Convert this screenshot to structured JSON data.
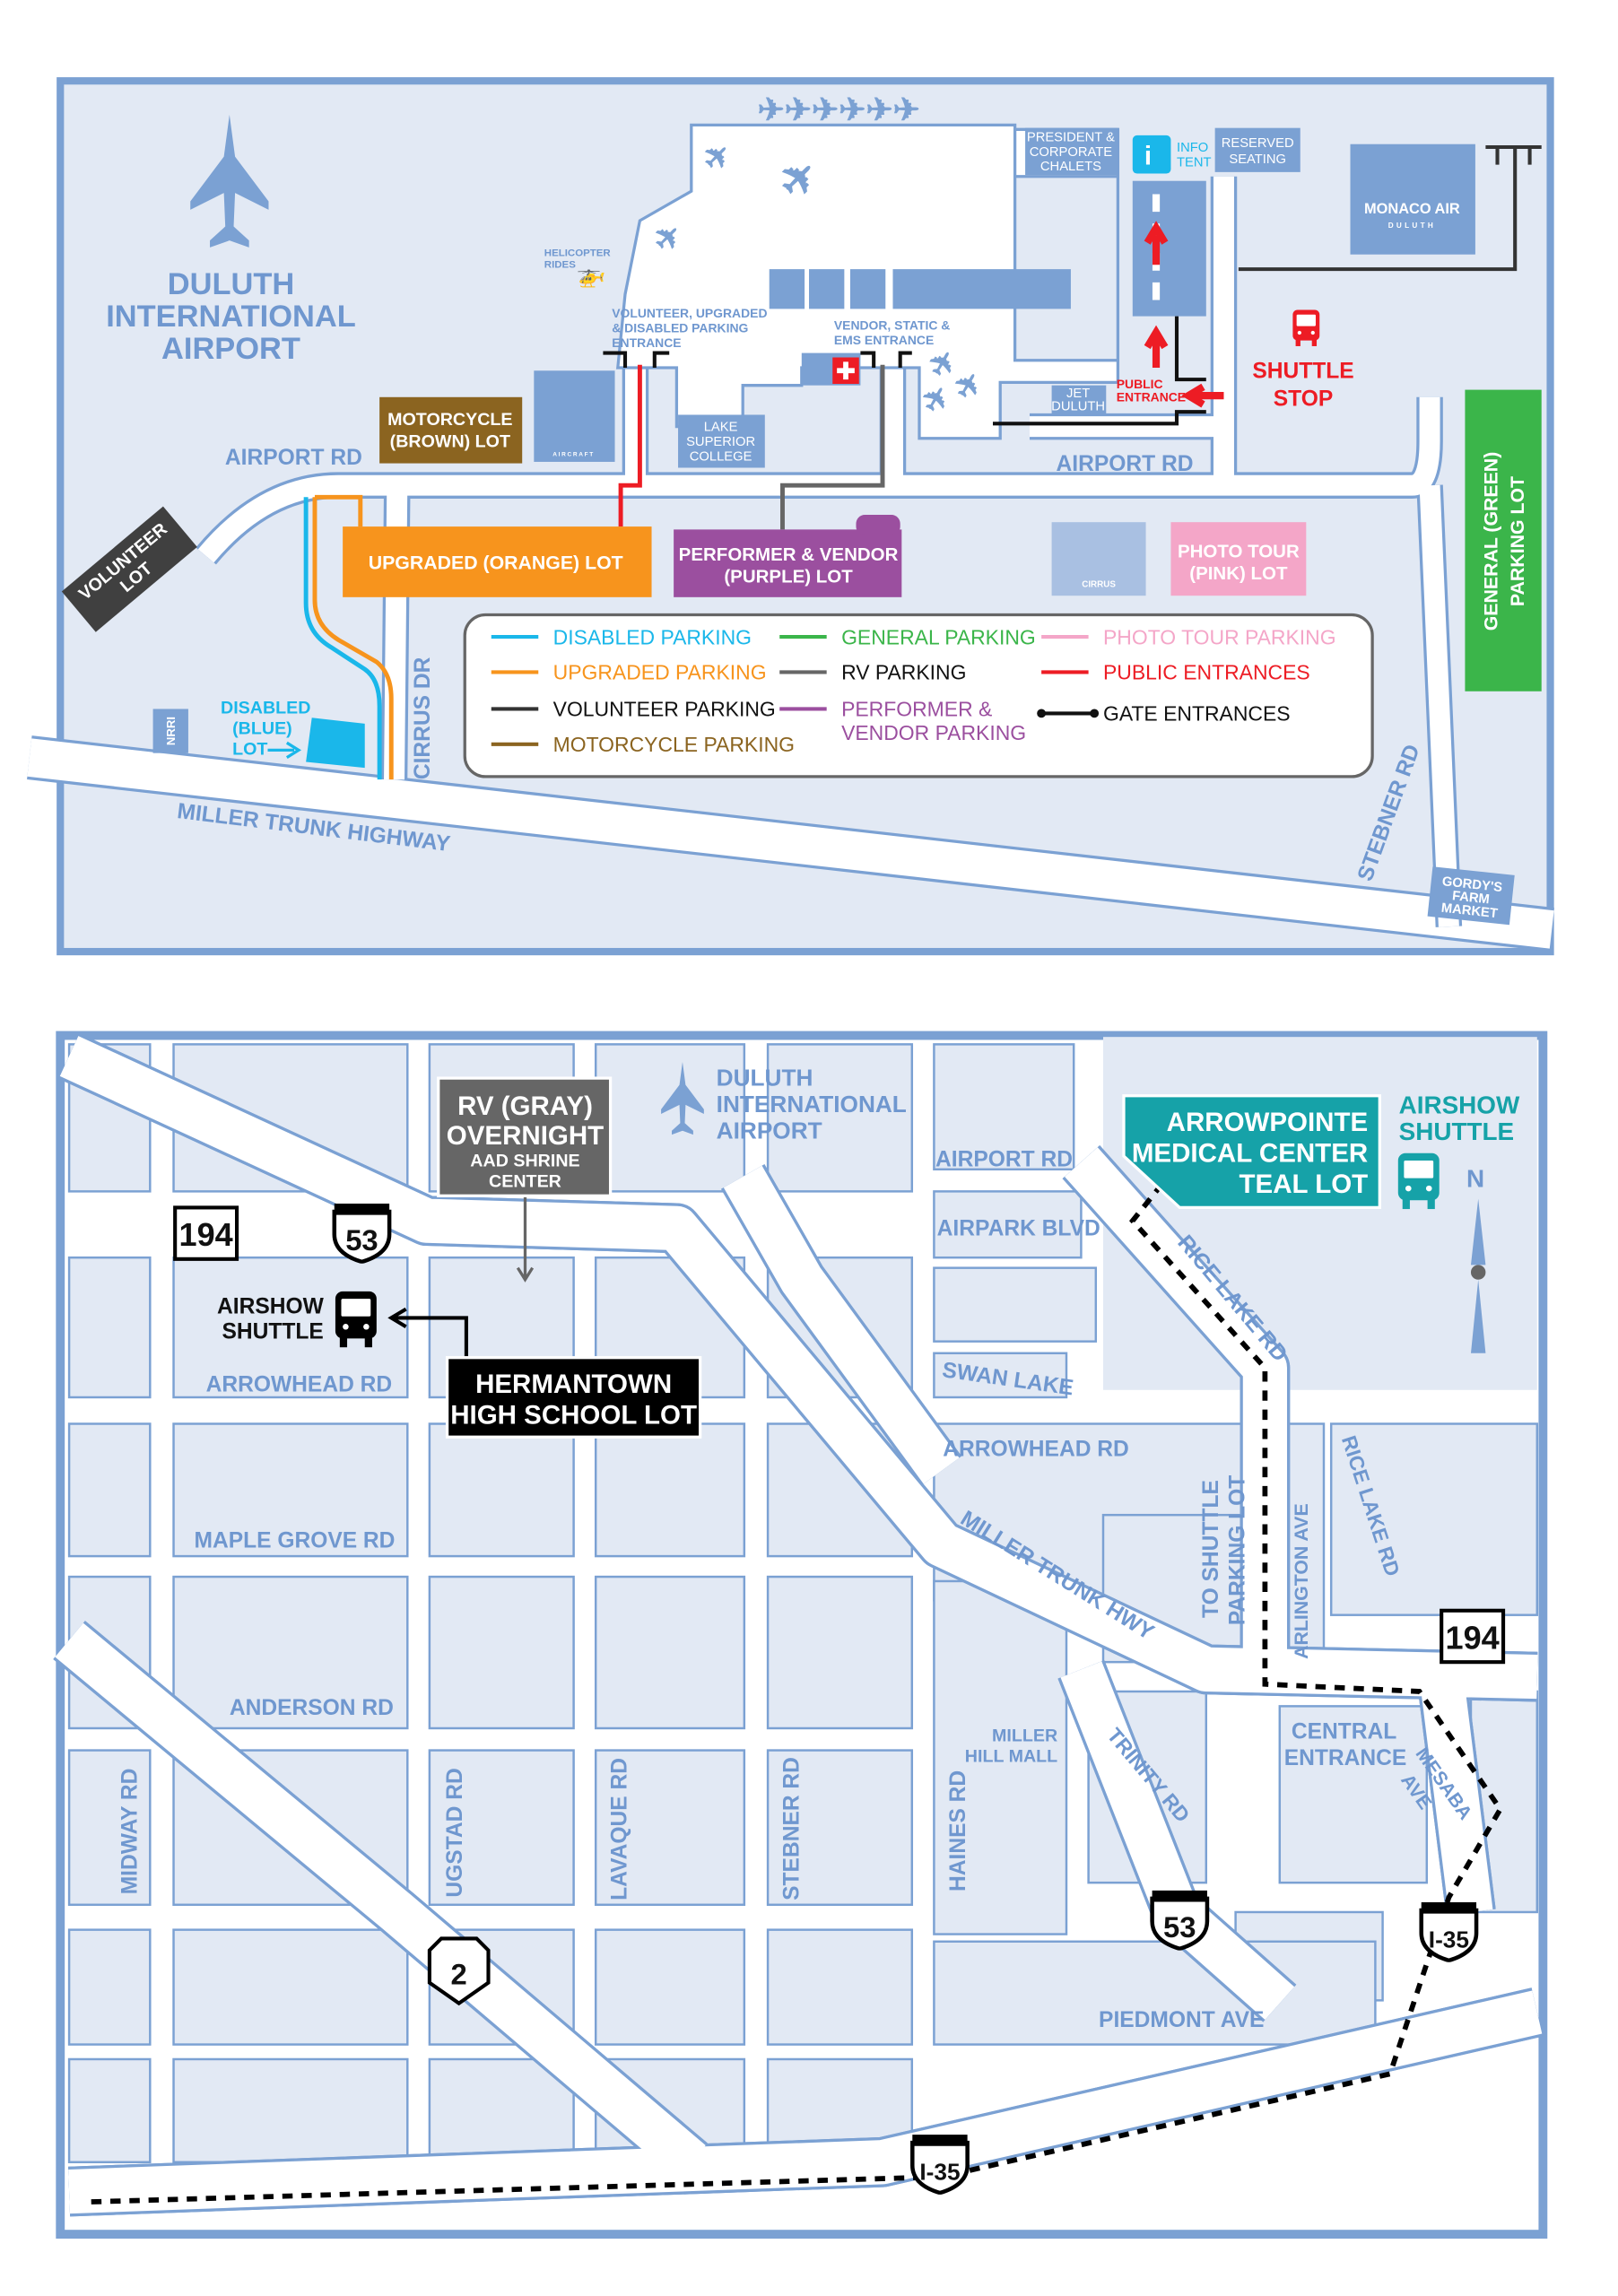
{
  "colors": {
    "panel": "#e2e9f4",
    "outline": "#7ba1d3",
    "label": "#6f97cf",
    "orange": "#f7941d",
    "purple": "#9b4f9f",
    "brown": "#8b6420",
    "green": "#3bb54a",
    "pink": "#f4a6c8",
    "cyan": "#1ab7ea",
    "red": "#ed1c24",
    "teal": "#16a2a8",
    "gray": "#666666"
  },
  "top_map": {
    "airport_name": [
      "DULUTH",
      "INTERNATIONAL",
      "AIRPORT"
    ],
    "chalets": [
      "PRESIDENT &",
      "CORPORATE",
      "CHALETS"
    ],
    "info_tent": [
      "INFO",
      "TENT"
    ],
    "reserved": [
      "RESERVED",
      "SEATING"
    ],
    "monaco": [
      "MONACO AIR",
      "DULUTH"
    ],
    "helicopter": [
      "HELICOPTER",
      "RIDES"
    ],
    "volunteer_entrance": [
      "VOLUNTEER, UPGRADED",
      "& DISABLED PARKING",
      "ENTRANCE"
    ],
    "vendor_entrance": [
      "VENDOR, STATIC &",
      "EMS ENTRANCE"
    ],
    "jet_duluth": [
      "JET",
      "DULUTH"
    ],
    "public_entrance": [
      "PUBLIC",
      "ENTRANCE"
    ],
    "shuttle_stop": [
      "SHUTTLE",
      "STOP"
    ],
    "motorcycle_lot": [
      "MOTORCYCLE",
      "(BROWN) LOT"
    ],
    "airport_rd_left": "AIRPORT RD",
    "airport_rd_right": "AIRPORT RD",
    "lake_superior": [
      "LAKE",
      "SUPERIOR",
      "COLLEGE"
    ],
    "aircraft_logo": "AIRCRAFT",
    "cirrus_logo": "CIRRUS",
    "upgraded_lot": "UPGRADED (ORANGE) LOT",
    "performer_lot": [
      "PERFORMER  & VENDOR",
      "(PURPLE) LOT"
    ],
    "photo_lot": [
      "PHOTO TOUR",
      "(PINK) LOT"
    ],
    "general_lot": [
      "GENERAL (GREEN)",
      "PARKING LOT"
    ],
    "volunteer_lot": [
      "VOLUNTEER",
      "LOT"
    ],
    "nrri": "NRRI",
    "disabled_lot": [
      "DISABLED",
      "(BLUE)",
      "LOT"
    ],
    "cirrus_dr": "CIRRUS DR",
    "miller_trunk": "MILLER TRUNK HIGHWAY",
    "stebner_rd": "STEBNER RD",
    "gordys": [
      "GORDY'S",
      "FARM",
      "MARKET"
    ],
    "legend": [
      {
        "label": "DISABLED PARKING",
        "color": "#1ab7ea"
      },
      {
        "label": "UPGRADED PARKING",
        "color": "#f7941d"
      },
      {
        "label": "VOLUNTEER PARKING",
        "color": "#333333"
      },
      {
        "label": "MOTORCYCLE PARKING",
        "color": "#8b6420"
      },
      {
        "label": "GENERAL PARKING",
        "color": "#3bb54a"
      },
      {
        "label": "RV PARKING",
        "color": "#666666"
      },
      {
        "label": "PERFORMER &",
        "label2": "VENDOR PARKING",
        "color": "#9b4f9f"
      },
      {
        "label": "PHOTO TOUR PARKING",
        "color": "#f4a6c8"
      },
      {
        "label": "PUBLIC ENTRANCES",
        "color": "#ed1c24"
      },
      {
        "label": "GATE ENTRANCES",
        "color": "#111111"
      }
    ]
  },
  "bottom_map": {
    "rv_lot": [
      "RV (GRAY)",
      "OVERNIGHT",
      "AAD SHRINE",
      "CENTER"
    ],
    "airport_name": [
      "DULUTH",
      "INTERNATIONAL",
      "AIRPORT"
    ],
    "teal_lot": [
      "ARROWPOINTE",
      "MEDICAL CENTER",
      "TEAL LOT"
    ],
    "teal_shuttle": [
      "AIRSHOW",
      "SHUTTLE"
    ],
    "north": "N",
    "hwy_194": "194",
    "hwy_53": "53",
    "hwy_2": "2",
    "i35": "I-35",
    "black_shuttle": [
      "AIRSHOW",
      "SHUTTLE"
    ],
    "hermantown": [
      "HERMANTOWN",
      "HIGH SCHOOL LOT"
    ],
    "streets": {
      "arrowhead_left": "ARROWHEAD RD",
      "maple_grove": "MAPLE GROVE RD",
      "anderson": "ANDERSON RD",
      "midway": "MIDWAY RD",
      "ugstad": "UGSTAD RD",
      "lavaque": "LAVAQUE RD",
      "stebner": "STEBNER RD",
      "haines": "HAINES RD",
      "airport": "AIRPORT RD",
      "airpark": "AIRPARK BLVD",
      "rice_lake_1": "RICE LAKE RD",
      "swan_lake": "SWAN LAKE",
      "arrowhead_right": "ARROWHEAD RD",
      "miller_trunk": "MILLER TRUNK HWY",
      "to_shuttle": [
        "TO SHUTTLE",
        "PARKING LOT"
      ],
      "arlington": "ARLINGTON AVE",
      "rice_lake_2": "RICE LAKE RD",
      "miller_hill": [
        "MILLER",
        "HILL MALL"
      ],
      "trinity": "TRINITY RD",
      "central": [
        "CENTRAL",
        "ENTRANCE"
      ],
      "mesaba": [
        "MESABA",
        "AVE"
      ],
      "piedmont": "PIEDMONT AVE"
    }
  }
}
